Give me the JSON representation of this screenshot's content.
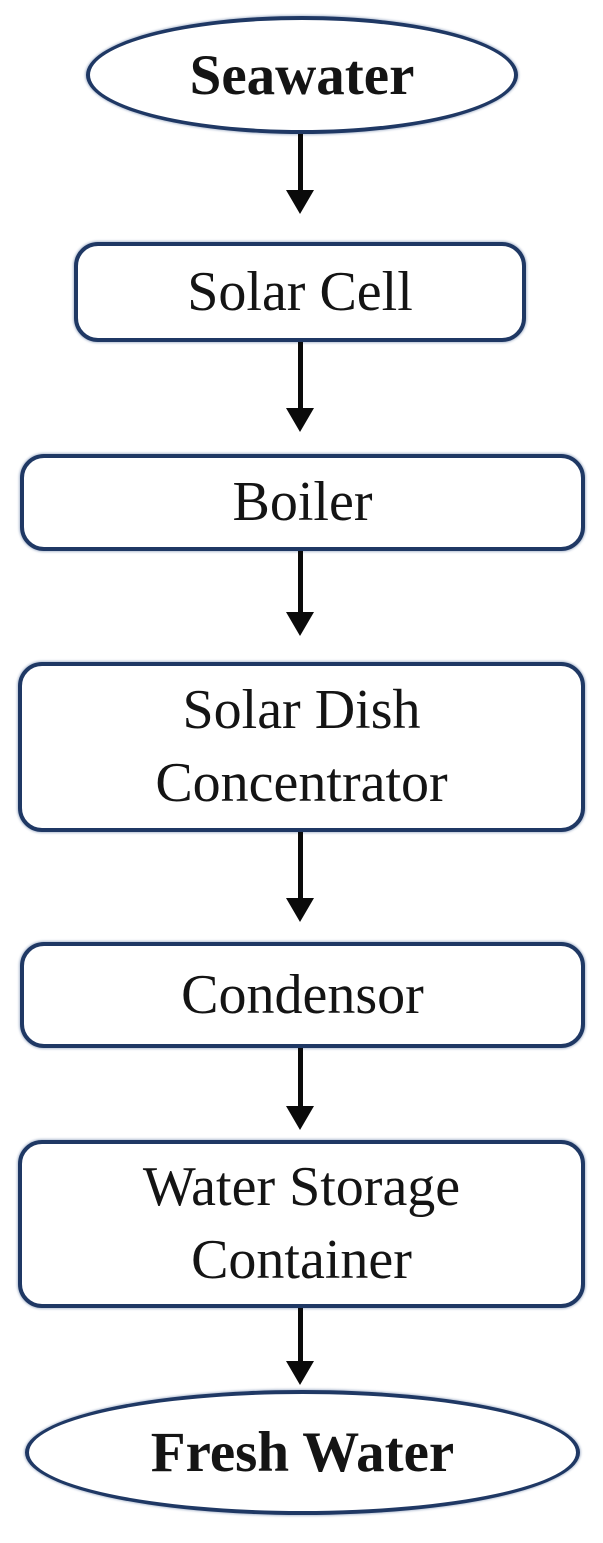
{
  "diagram": {
    "type": "flowchart",
    "direction": "top-down",
    "colors": {
      "node_border": "#1f3864",
      "node_fill": "#ffffff",
      "text": "#141414",
      "arrow": "#0a0a0a"
    },
    "nodes": [
      {
        "id": "seawater",
        "label": "Seawater",
        "shape": "ellipse",
        "emphasis": "bold"
      },
      {
        "id": "solar-cell",
        "label": "Solar Cell",
        "shape": "rounded-rect",
        "emphasis": "regular"
      },
      {
        "id": "boiler",
        "label": "Boiler",
        "shape": "rounded-rect",
        "emphasis": "regular"
      },
      {
        "id": "solar-dish-concentrator",
        "label": "Solar Dish Concentrator",
        "shape": "rounded-rect",
        "emphasis": "regular"
      },
      {
        "id": "condensor",
        "label": "Condensor",
        "shape": "rounded-rect",
        "emphasis": "regular"
      },
      {
        "id": "water-storage-container",
        "label": "Water Storage Container",
        "shape": "rounded-rect",
        "emphasis": "regular"
      },
      {
        "id": "fresh-water",
        "label": "Fresh Water",
        "shape": "ellipse",
        "emphasis": "bold"
      }
    ],
    "edges": [
      {
        "from": "Seawater",
        "to": "Solar Cell"
      },
      {
        "from": "Solar Cell",
        "to": "Boiler"
      },
      {
        "from": "Boiler",
        "to": "Solar Dish Concentrator"
      },
      {
        "from": "Solar Dish Concentrator",
        "to": "Condensor"
      },
      {
        "from": "Condensor",
        "to": "Water Storage Container"
      },
      {
        "from": "Water Storage Container",
        "to": "Fresh Water"
      }
    ]
  }
}
